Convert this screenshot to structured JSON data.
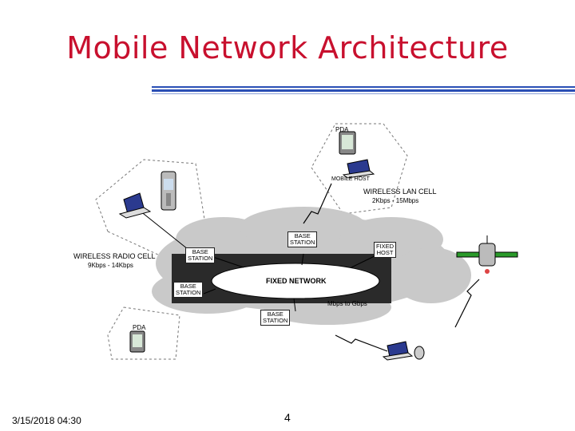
{
  "slide": {
    "title": "Mobile Network Architecture",
    "date": "3/15/2018  04:30",
    "page": "4"
  },
  "diagram": {
    "fixed_network": "FIXED NETWORK",
    "speed_note": "Mbps to Gbps",
    "wireless_radio_cell": "WIRELESS RADIO CELL",
    "radio_speed": "9Kbps - 14Kbps",
    "wireless_lan_cell": "WIRELESS LAN CELL",
    "lan_speed": "2Kbps - 15Mbps",
    "base_station_1": "BASE\nSTATION",
    "base_station_2": "BASE\nSTATION",
    "base_station_3": "BASE\nSTATION",
    "base_station_4": "BASE\nSTATION",
    "fixed_host": "FIXED\nHOST",
    "pda_top": "PDA",
    "pda_bottom": "PDA",
    "mobile_host": "MOBILE HOST"
  },
  "colors": {
    "title": "#c8102e",
    "rule_blue": "#2a4fb5",
    "cloud": "#c9c9c9",
    "satellite_panel": "#2a9a2a"
  }
}
